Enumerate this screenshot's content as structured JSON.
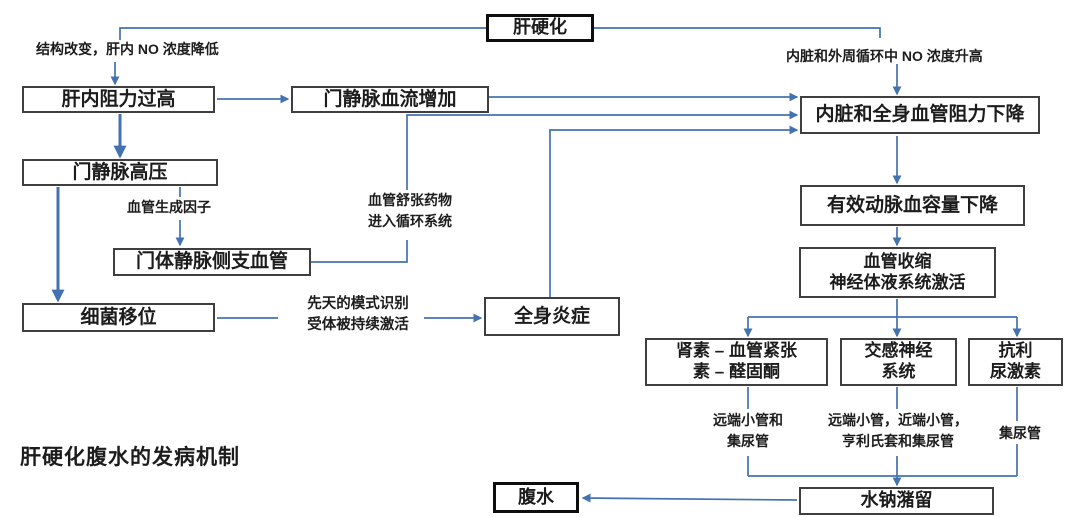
{
  "diagram": {
    "title": "肝硬化腹水的发病机制",
    "nodes": {
      "cirrhosis": "肝硬化",
      "intrahepatic_resistance": "肝内阻力过高",
      "portal_flow_increase": "门静脉血流增加",
      "splanchnic_resistance_drop": "内脏和全身血管阻力下降",
      "portal_hypertension": "门静脉高压",
      "portosystemic_collaterals": "门体静脉侧支血管",
      "bacterial_translocation": "细菌移位",
      "systemic_inflammation": "全身炎症",
      "effective_volume_drop": "有效动脉血容量下降",
      "vasoconstriction": [
        "血管收缩",
        "神经体液系统激活"
      ],
      "raas": [
        "肾素 – 血管紧张",
        "素 – 醛固酮"
      ],
      "sympathetic": [
        "交感神经",
        "系统"
      ],
      "adh": [
        "抗利",
        "尿激素"
      ],
      "sodium_retention": "水钠潴留",
      "ascites": "腹水"
    },
    "labels": {
      "structural_change": "结构改变，肝内 NO 浓度降低",
      "no_increase": "内脏和外周循环中 NO 浓度升高",
      "angiogenic_factor": "血管生成因子",
      "vasodilators": [
        "血管舒张药物",
        "进入循环系统"
      ],
      "pattern_receptors": [
        "先天的模式识别",
        "受体被持续激活"
      ],
      "distal_tubule": [
        "远端小管和",
        "集尿管"
      ],
      "tubules": [
        "远端小管，近端小管，",
        "亨利氏套和集尿管"
      ],
      "collecting_duct": "集尿管"
    },
    "colors": {
      "line": "#4472b0",
      "border": "#3f3f3f",
      "emphasis": "#0d0d0d",
      "text": "#1c1c1c"
    }
  }
}
